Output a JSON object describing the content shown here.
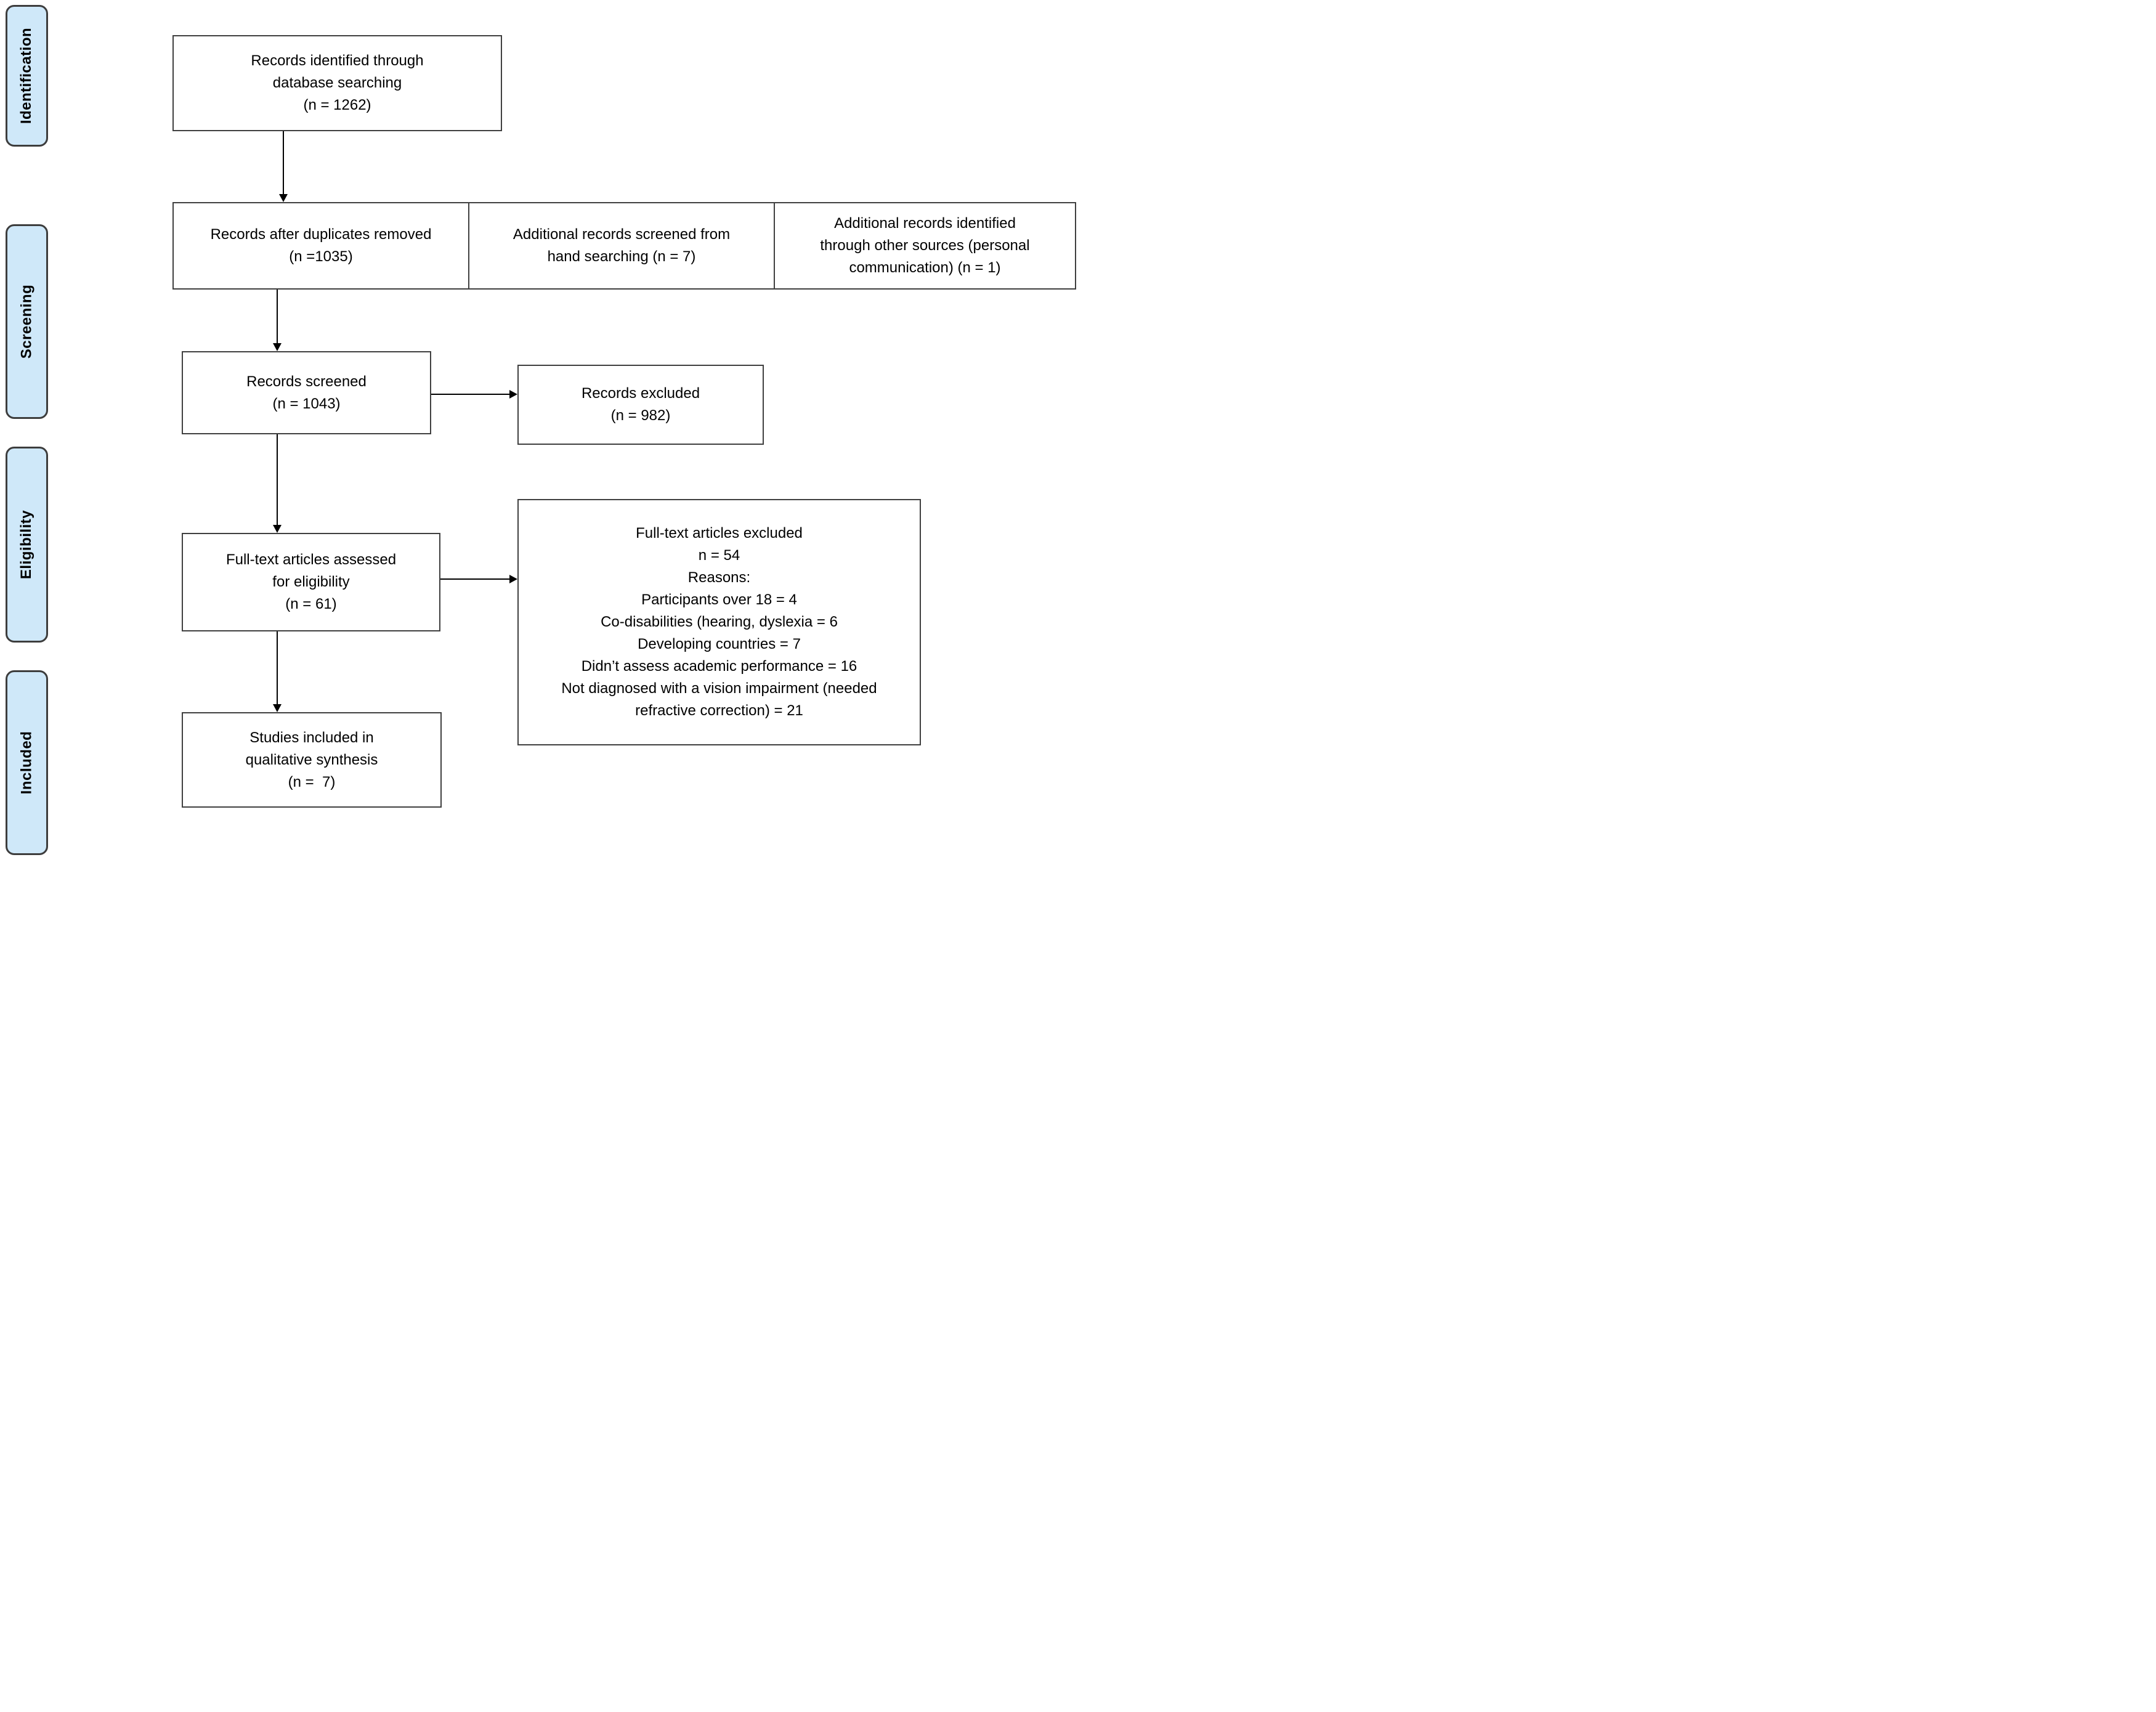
{
  "stages": [
    {
      "label": "Identification"
    },
    {
      "label": "Screening"
    },
    {
      "label": "Eligibility"
    },
    {
      "label": "Included"
    }
  ],
  "boxes": {
    "identified": {
      "lines": [
        "Records identified through",
        "database searching",
        "(n = 1262)"
      ]
    },
    "duplicates_removed": {
      "lines": [
        "Records after duplicates removed",
        "(n =1035)"
      ]
    },
    "hand_searching": {
      "lines": [
        "Additional records screened from",
        "hand searching (n = 7)"
      ]
    },
    "other_sources": {
      "lines": [
        "Additional records identified",
        "through other sources (personal",
        "communication) (n = 1)"
      ]
    },
    "screened": {
      "lines": [
        "Records screened",
        "(n = 1043)"
      ]
    },
    "records_excluded": {
      "lines": [
        "Records excluded",
        "(n = 982)"
      ]
    },
    "fulltext_assessed": {
      "lines": [
        "Full-text articles assessed",
        "for eligibility",
        "(n = 61)"
      ]
    },
    "fulltext_excluded": {
      "lines": [
        "Full-text articles excluded",
        "n = 54",
        "Reasons:",
        "Participants over 18 = 4",
        "Co-disabilities (hearing, dyslexia = 6",
        "Developing countries = 7",
        "Didn’t assess academic performance = 16",
        "Not diagnosed with a vision impairment (needed",
        "refractive correction) = 21"
      ]
    },
    "qualitative_included": {
      "lines": [
        "Studies included in",
        "qualitative synthesis",
        "(n =  7)"
      ]
    }
  },
  "colors": {
    "stage_fill": "#cfe8f9",
    "stage_border": "#3d3d3d",
    "box_border": "#3f3f3f",
    "arrow": "#000000",
    "text": "#000000",
    "background": "#ffffff"
  }
}
